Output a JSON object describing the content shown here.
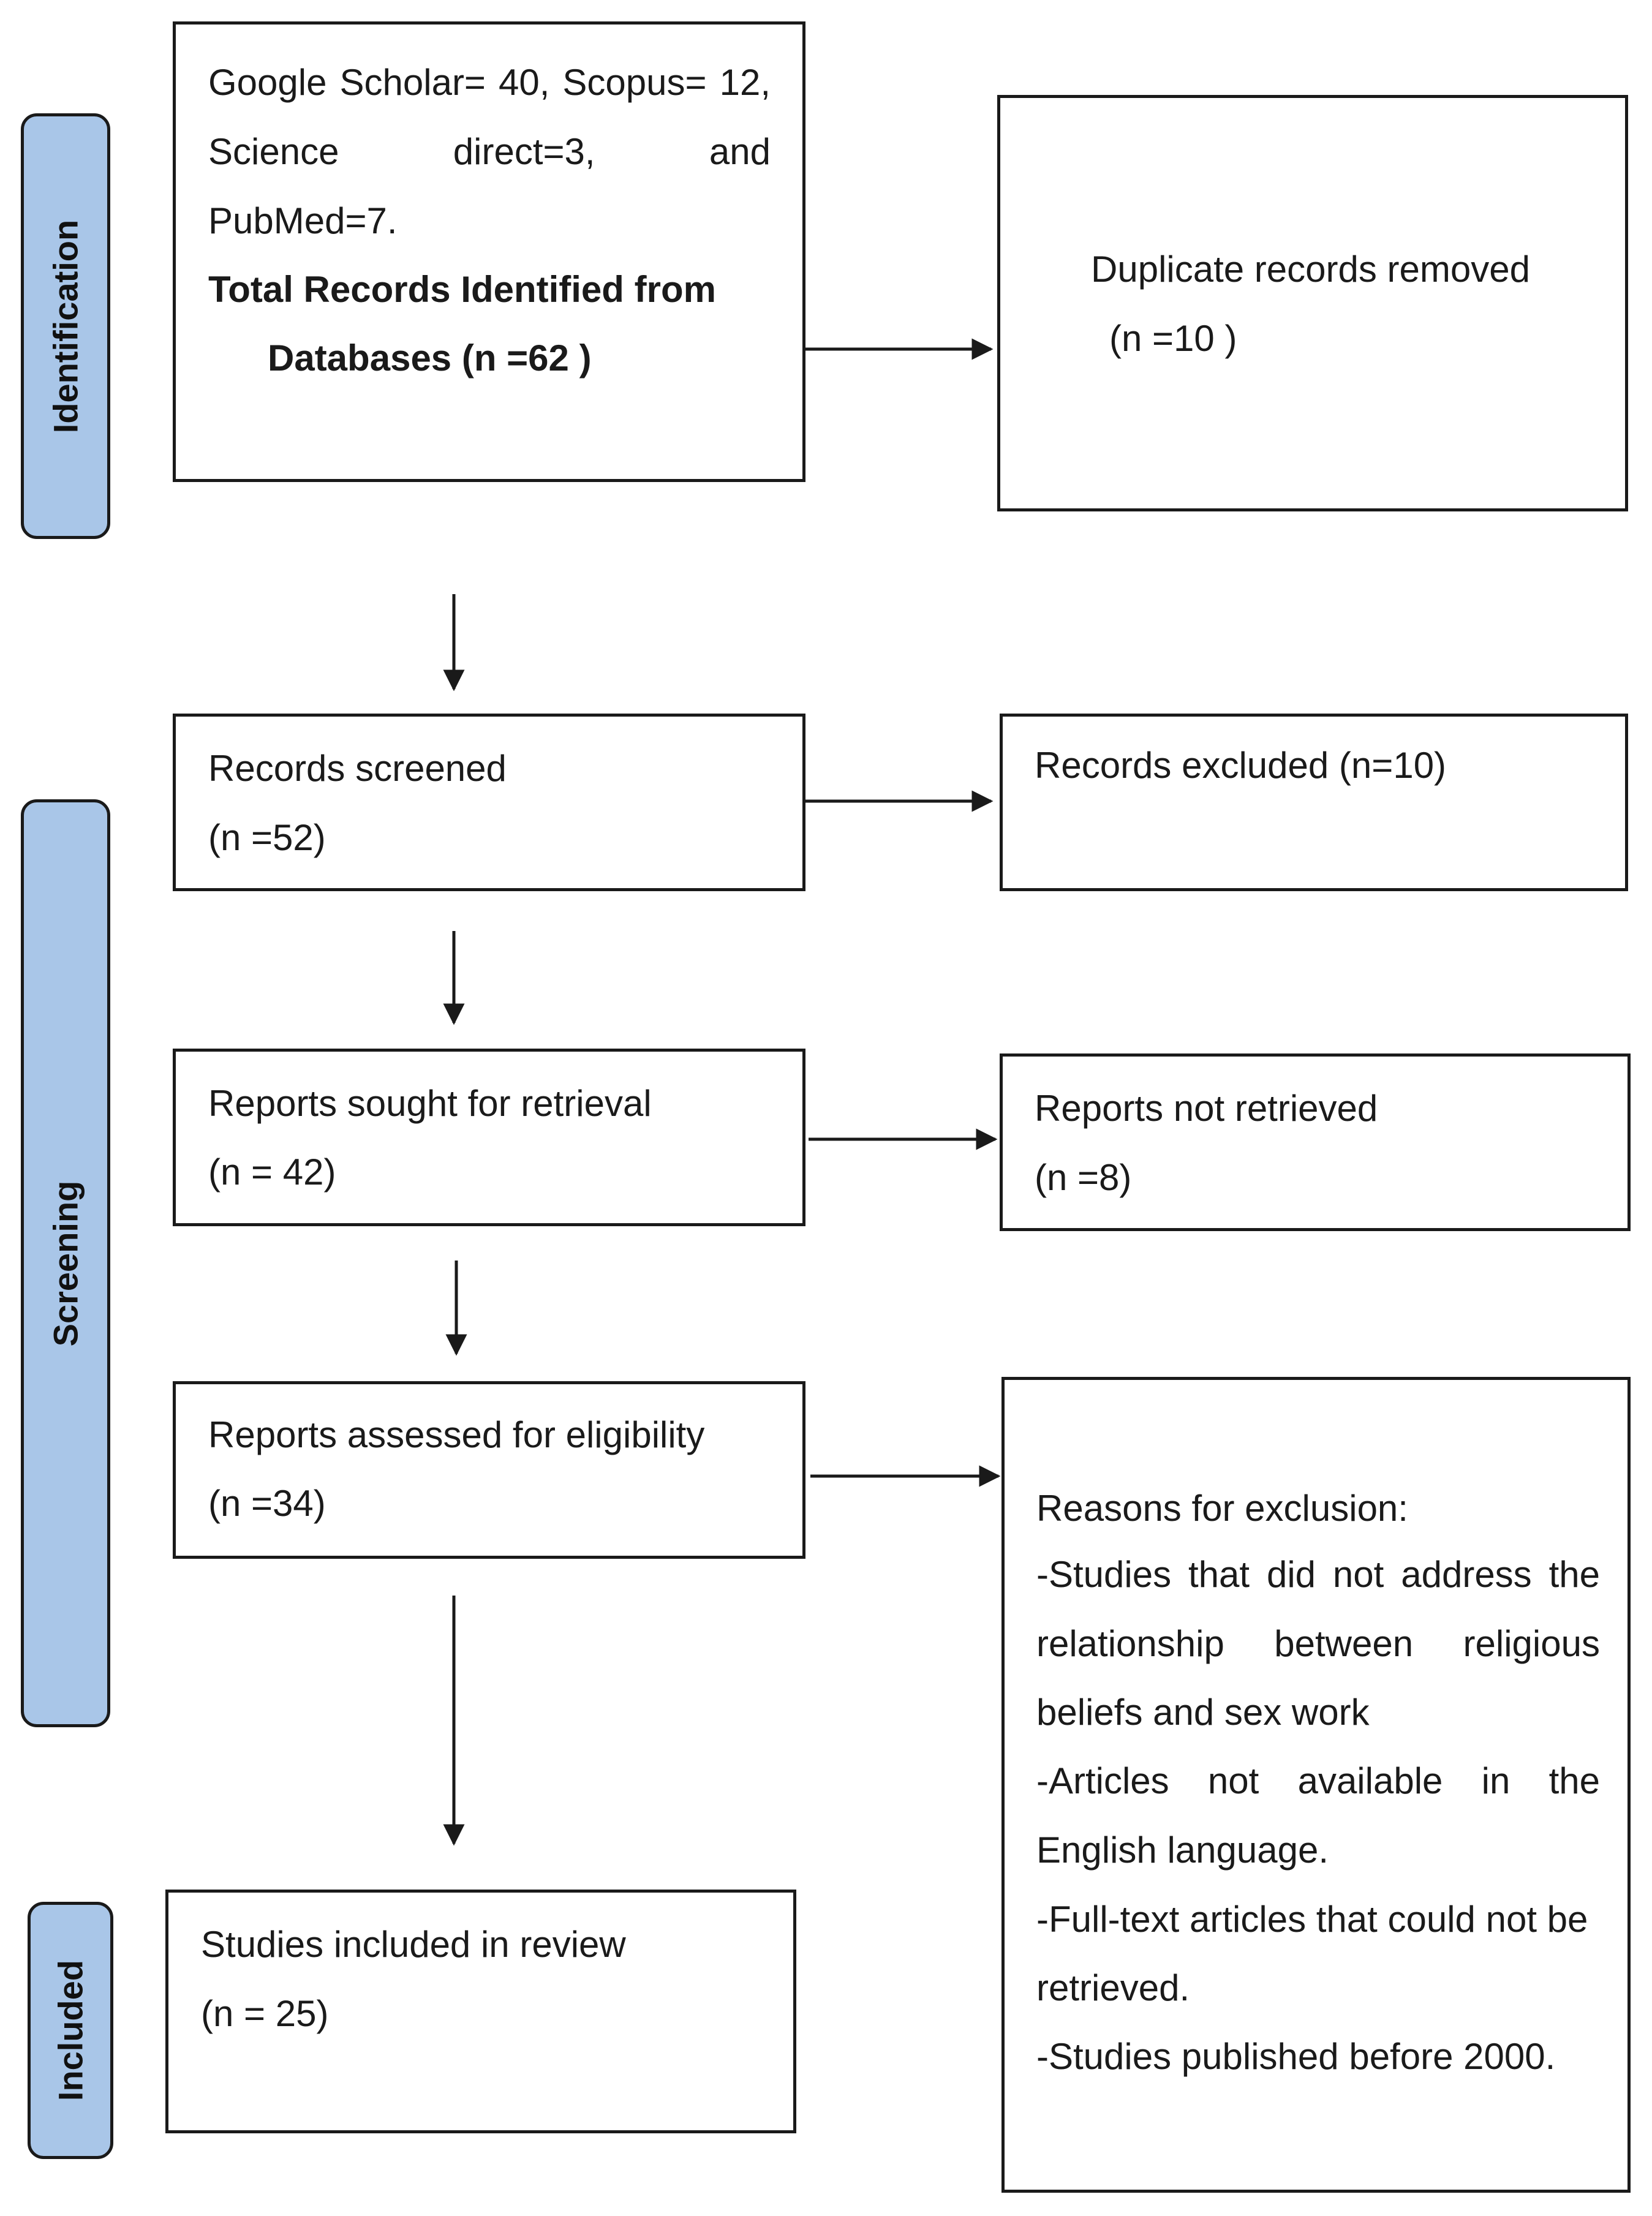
{
  "stages": {
    "identification": "Identification",
    "screening": "Screening",
    "included": "Included"
  },
  "boxes": {
    "databases": {
      "line1": "Google Scholar= 40, Scopus= 12,",
      "line2": "Science        direct=3,        and",
      "line3": "PubMed=7.",
      "total_line1": "Total Records Identified from",
      "total_line2": "Databases (n =62 )"
    },
    "duplicates": {
      "line1": "Duplicate records removed",
      "line2": "(n =10 )"
    },
    "screened": {
      "line1": "Records screened",
      "line2": "(n =52)"
    },
    "excluded": {
      "line1": "Records excluded (n=10)"
    },
    "sought": {
      "line1": "Reports sought for retrieval",
      "line2": "(n = 42)"
    },
    "not_retrieved": {
      "line1": "Reports not retrieved",
      "line2": "(n =8)"
    },
    "assessed": {
      "line1": "Reports assessed for eligibility",
      "line2": "(n =34)"
    },
    "reasons": {
      "heading": "Reasons for exclusion:",
      "l1": "-Studies that did not address the",
      "l2": "relationship   between   religious",
      "l3": "beliefs and sex work",
      "l4": "-Articles   not   available   in   the",
      "l5": "English language.",
      "l6": "-Full-text articles that could not be",
      "l7": "retrieved.",
      "l8": "-Studies published before 2000."
    },
    "included": {
      "line1": "Studies included in review",
      "line2": "(n = 25)"
    }
  }
}
